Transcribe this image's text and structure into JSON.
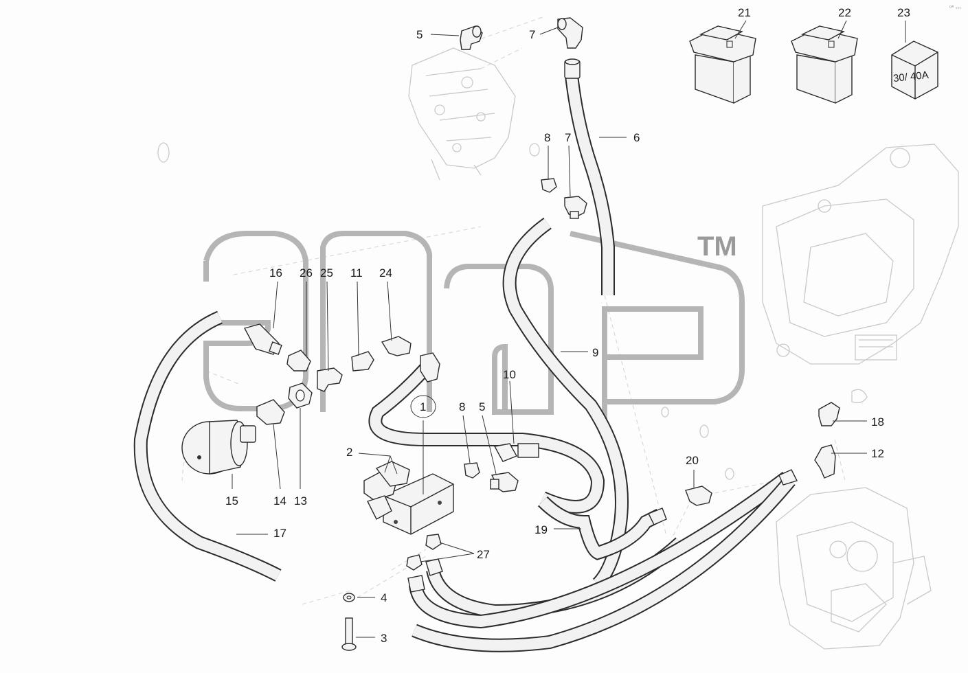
{
  "labels": {
    "l1": "1",
    "l2": "2",
    "l3": "3",
    "l4": "4",
    "l5a": "5",
    "l5b": "5",
    "l6": "6",
    "l7a": "7",
    "l7b": "7",
    "l8a": "8",
    "l8b": "8",
    "l9": "9",
    "l10": "10",
    "l11": "11",
    "l12": "12",
    "l13": "13",
    "l14": "14",
    "l15": "15",
    "l16": "16",
    "l17": "17",
    "l18": "18",
    "l19": "19",
    "l20": "20",
    "l21": "21",
    "l22": "22",
    "l23": "23",
    "l24": "24",
    "l25": "25",
    "l26": "26",
    "l27": "27"
  },
  "relay_text": "30/ 40A",
  "watermark": {
    "word": "элф",
    "trademark": "TM"
  },
  "corner_mark": "⁰° ◦◦◦"
}
